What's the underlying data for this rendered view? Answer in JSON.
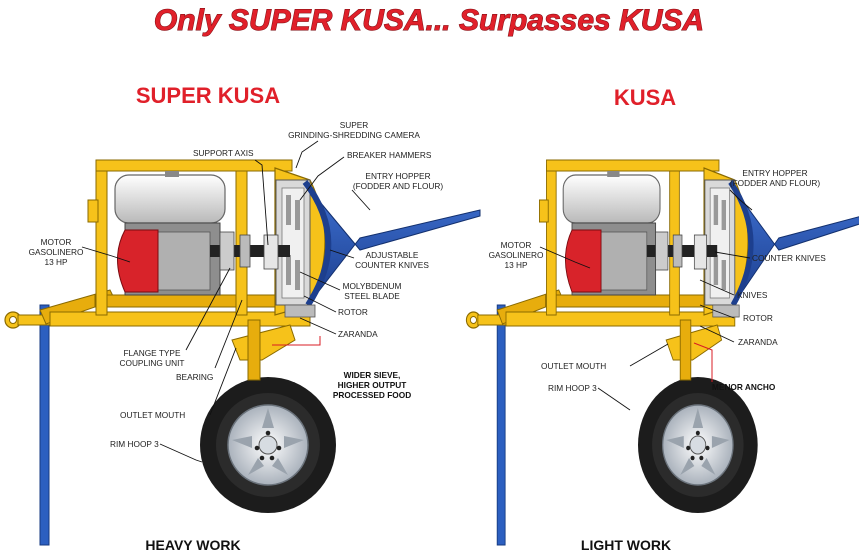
{
  "title": "Only SUPER KUSA... Surpasses KUSA",
  "left": {
    "heading": "SUPER KUSA",
    "footer": "HEAVY WORK",
    "labels": {
      "camera_1": "SUPER",
      "camera_2": "GRINDING-SHREDDING CAMERA",
      "support_axis": "SUPPORT AXIS",
      "breaker_hammers": "BREAKER HAMMERS",
      "hopper_1": "ENTRY HOPPER",
      "hopper_2": "(FODDER AND FLOUR)",
      "motor_1": "MOTOR",
      "motor_2": "GASOLINERO",
      "motor_3": "13 HP",
      "adj_1": "ADJUSTABLE",
      "adj_2": "COUNTER KNIVES",
      "moly_1": "MOLYBDENUM",
      "moly_2": "STEEL BLADE",
      "rotor": "ROTOR",
      "zaranda": "ZARANDA",
      "flange_1": "FLANGE TYPE",
      "flange_2": "COUPLING UNIT",
      "bearing": "BEARING",
      "sieve_1": "WIDER SIEVE,",
      "sieve_2": "HIGHER OUTPUT",
      "sieve_3": "PROCESSED FOOD",
      "outlet": "OUTLET MOUTH",
      "rim": "RIM HOOP 3"
    }
  },
  "right": {
    "heading": "KUSA",
    "footer": "LIGHT WORK",
    "labels": {
      "hopper_1": "ENTRY HOPPER",
      "hopper_2": "(FODDER AND FLOUR)",
      "motor_1": "MOTOR",
      "motor_2": "GASOLINERO",
      "motor_3": "13 HP",
      "counter": "COUNTER KNIVES",
      "knives": "KNIVES",
      "rotor": "ROTOR",
      "zaranda": "ZARANDA",
      "outlet": "OUTLET MOUTH",
      "menor": "MENOR ANCHO",
      "rim": "RIM HOOP 3"
    }
  },
  "colors": {
    "title_red": "#e0202a",
    "frame_yellow": "#f6c21a",
    "hopper_blue": "#2a55b4",
    "stand_blue": "#2c5fc0",
    "motor_red": "#d8232a",
    "tire": "#1c1c1c"
  }
}
